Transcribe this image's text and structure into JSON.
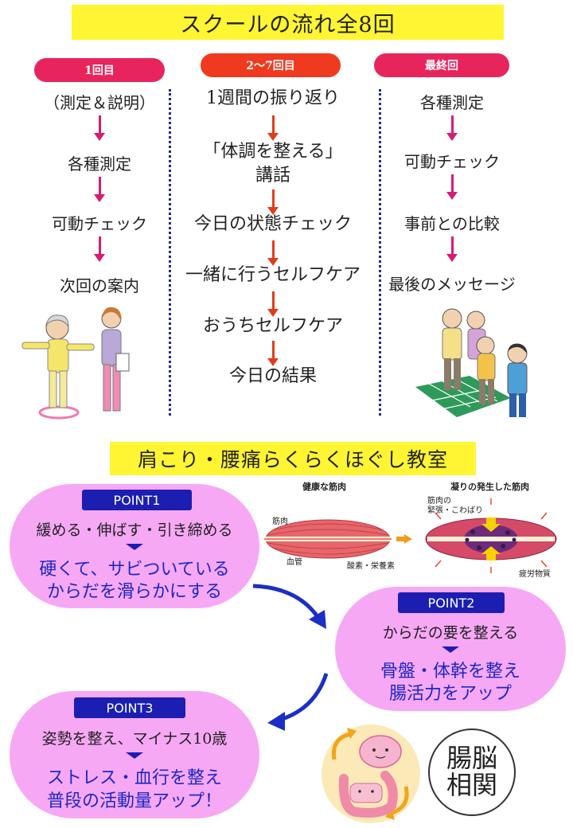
{
  "header": {
    "title": "スクールの流れ全8回"
  },
  "column1": {
    "label": "1回目",
    "steps": [
      "（測定＆説明）",
      "各種測定",
      "可動チェック",
      "次回の案内"
    ]
  },
  "column2": {
    "label": "2～7回目",
    "steps": [
      "1週間の振り返り",
      "「体調を整える」",
      "講話",
      "今日の状態チェック",
      "一緒に行うセルフケア",
      "おうちセルフケア",
      "今日の結果"
    ]
  },
  "column3": {
    "label": "最終回",
    "steps": [
      "各種測定",
      "可動チェック",
      "事前との比較",
      "最後のメッセージ"
    ]
  },
  "section2": {
    "title": "肩こり・腰痛らくらくほぐし教室"
  },
  "muscle": {
    "healthy_title": "健康な筋肉",
    "stiff_title": "凝りの発生した筋肉",
    "label_muscle": "筋肉",
    "label_vessel": "血管",
    "label_oxygen": "酸素・栄養素",
    "label_tension": "筋肉の",
    "label_tension2": "緊張・こわばり",
    "label_fatigue": "疲労物質"
  },
  "point1": {
    "label": "POINT1",
    "sub": "緩める・伸ばす・引き締める",
    "main1": "硬くて、サビついている",
    "main2": "からだを滑らかにする"
  },
  "point2": {
    "label": "POINT2",
    "sub": "からだの要を整える",
    "main1": "骨盤・体幹を整え",
    "main2": "腸活力をアップ"
  },
  "point3": {
    "label": "POINT3",
    "sub": "姿勢を整え、マイナス10歳",
    "main1": "ストレス・血行を整え",
    "main2": "普段の活動量アップ！"
  },
  "gut_brain": {
    "line1": "腸脳",
    "line2": "相関"
  },
  "colors": {
    "yellow": "#fff533",
    "pink": "#e8245d",
    "red": "#ef3a1f",
    "navy": "#1c1eb1",
    "blob": "#f7a8f5"
  }
}
